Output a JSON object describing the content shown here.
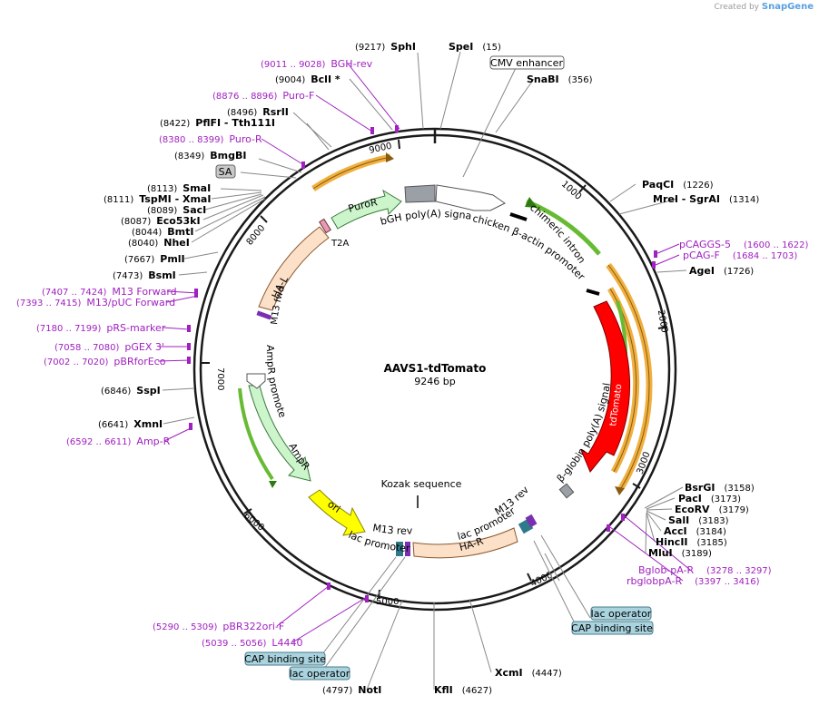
{
  "brand": {
    "created_by": "Created by",
    "name": "SnapGene"
  },
  "plasmid": {
    "name": "AAVS1-tdTomato",
    "length": "9246 bp"
  },
  "ticks": [
    "1000",
    "2000",
    "3000",
    "4000",
    "5000",
    "6000",
    "7000",
    "8000",
    "9000"
  ],
  "sites": [
    {
      "pos": "(9217)",
      "name": "SphI"
    },
    {
      "name": "SpeI",
      "pos": "(15)"
    },
    {
      "name": "SnaBI",
      "pos": "(356)"
    },
    {
      "pos": "(9004)",
      "name": "BclI *"
    },
    {
      "pos": "(8496)",
      "name": "RsrII"
    },
    {
      "pos": "(8422)",
      "name": "PflFI  - Tth111I"
    },
    {
      "pos": "(8349)",
      "name": "BmgBI"
    },
    {
      "pos": "(8113)",
      "name": "SmaI"
    },
    {
      "pos": "(8111)",
      "name": "TspMI  - XmaI"
    },
    {
      "pos": "(8089)",
      "name": "SacI"
    },
    {
      "pos": "(8087)",
      "name": "Eco53kI"
    },
    {
      "pos": "(8044)",
      "name": "BmtI"
    },
    {
      "pos": "(8040)",
      "name": "NheI"
    },
    {
      "pos": "(7667)",
      "name": "PmlI"
    },
    {
      "pos": "(7473)",
      "name": "BsmI"
    },
    {
      "pos": "(6846)",
      "name": "SspI"
    },
    {
      "pos": "(6641)",
      "name": "XmnI"
    },
    {
      "name": "PaqCI",
      "pos": "(1226)"
    },
    {
      "name": "MreI  - SgrAI",
      "pos": "(1314)"
    },
    {
      "name": "AgeI",
      "pos": "(1726)"
    },
    {
      "name": "BsrGI",
      "pos": "(3158)"
    },
    {
      "name": "PacI",
      "pos": "(3173)"
    },
    {
      "name": "EcoRV",
      "pos": "(3179)"
    },
    {
      "name": "SalI",
      "pos": "(3183)"
    },
    {
      "name": "AccI",
      "pos": "(3184)"
    },
    {
      "name": "HincII",
      "pos": "(3185)"
    },
    {
      "name": "MluI",
      "pos": "(3189)"
    },
    {
      "name": "XcmI",
      "pos": "(4447)"
    },
    {
      "name": "KflI",
      "pos": "(4627)"
    },
    {
      "pos": "(4797)",
      "name": "NotI"
    }
  ],
  "primers": [
    {
      "pos": "(9011 .. 9028)",
      "name": "BGH-rev"
    },
    {
      "pos": "(8876 .. 8896)",
      "name": "Puro-F"
    },
    {
      "pos": "(8380 .. 8399)",
      "name": "Puro-R"
    },
    {
      "pos": "(7407 .. 7424)",
      "name": "M13 Forward"
    },
    {
      "pos": "(7393 .. 7415)",
      "name": "M13/pUC Forward"
    },
    {
      "pos": "(7180 .. 7199)",
      "name": "pRS-marker"
    },
    {
      "pos": "(7058 .. 7080)",
      "name": "pGEX 3'"
    },
    {
      "pos": "(7002 .. 7020)",
      "name": "pBRforEco"
    },
    {
      "pos": "(6592 .. 6611)",
      "name": "Amp-R"
    },
    {
      "name": "pCAGGS-5",
      "pos": "(1600 .. 1622)"
    },
    {
      "name": "pCAG-F",
      "pos": "(1684 .. 1703)"
    },
    {
      "name": "Bglob-pA-R",
      "pos": "(3278 .. 3297)"
    },
    {
      "name": "rbglobpA-R",
      "pos": "(3397 .. 3416)"
    },
    {
      "pos": "(5290 .. 5309)",
      "name": "pBR322ori-F"
    },
    {
      "pos": "(5039 .. 5056)",
      "name": "L4440"
    }
  ],
  "boxed_features": [
    "CMV enhancer",
    "SA",
    "lac operator",
    "CAP binding site",
    "CAP binding site",
    "lac operator"
  ],
  "features": {
    "bgh": "bGH poly(A) signal",
    "cba": "chicken β-actin promoter",
    "intron": "chimeric intron",
    "tdtomato": "tdTomato",
    "bglobin": "β-globin poly(A) signal",
    "kozak": "Kozak sequence",
    "m13rev_a": "M13 rev",
    "m13rev_b": "M13 rev",
    "lacprom_a": "lac promoter",
    "lacprom_b": "lac promoter",
    "har": "HA-R",
    "hal": "HA-L",
    "m13fwd": "M13 fwd",
    "t2a": "T2A",
    "puror": "PuroR",
    "ampr_prom": "AmpR promoter",
    "ampr": "AmpR",
    "ori": "ori"
  },
  "colors": {
    "backbone": "#1a1a1a",
    "primer": "#a020c0",
    "tdtomato": "#ff0000",
    "ori": "#ffff00",
    "ampr": "#ccf5cc",
    "ha": "#fde0c8",
    "puror": "#ccf5cc",
    "box_feature": "#a9d4df",
    "orange_arc": "#f0b040",
    "green_arc": "#66bb33"
  }
}
